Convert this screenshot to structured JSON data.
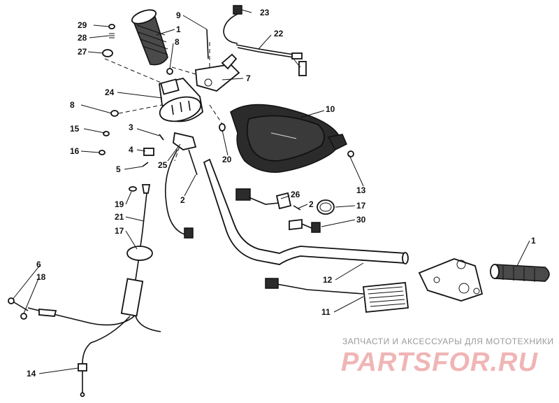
{
  "callouts": {
    "c29": "29",
    "c28": "28",
    "c27": "27",
    "c1_top": "1",
    "c9": "9",
    "c8_top": "8",
    "c23": "23",
    "c22": "22",
    "c7": "7",
    "c24": "24",
    "c8_left": "8",
    "c15": "15",
    "c16": "16",
    "c3": "3",
    "c4": "4",
    "c5": "5",
    "c10": "10",
    "c20": "20",
    "c25": "25",
    "c13": "13",
    "c2_left": "2",
    "c26": "26",
    "c2_right": "2",
    "c17_right": "17",
    "c19": "19",
    "c21": "21",
    "c17_left": "17",
    "c30": "30",
    "c1_right": "1",
    "c6": "6",
    "c18": "18",
    "c12": "12",
    "c11": "11",
    "c14": "14"
  },
  "watermark": {
    "caption": "ЗАПЧАСТИ И АКСЕССУАРЫ ДЛЯ МОТОТЕХНИКИ",
    "logo": "PARTSFOR.RU"
  },
  "colors": {
    "ink": "#111111",
    "watermark_caption": "#9a9a9a",
    "watermark_logo": "#f0b5b5"
  }
}
